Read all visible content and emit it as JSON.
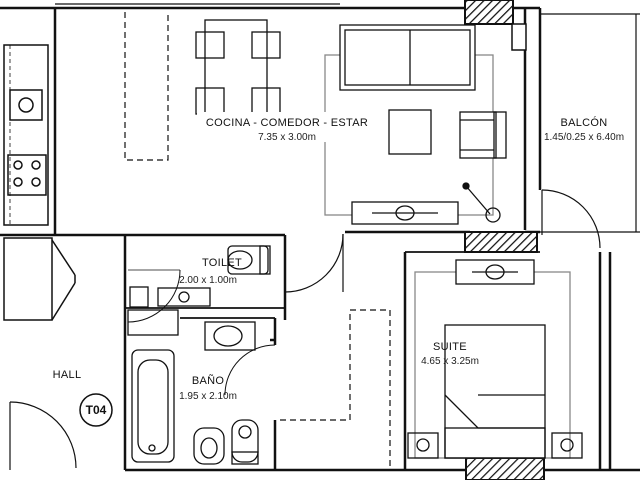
{
  "rooms": {
    "kitchen": {
      "name": "COCINA - COMEDOR - ESTAR",
      "size": "7.35 x 3.00m"
    },
    "balcony": {
      "name": "BALCÓN",
      "size": "1.45/0.25 x 6.40m"
    },
    "toilet": {
      "name": "TOILET",
      "size": "2.00 x 1.00m"
    },
    "suite": {
      "name": "SUITE",
      "size": "4.65 x 3.25m"
    },
    "bath": {
      "name": "BAÑO",
      "size": "1.95 x 2.10m"
    },
    "hall": {
      "name": "HALL"
    }
  },
  "unit_label": "T04"
}
